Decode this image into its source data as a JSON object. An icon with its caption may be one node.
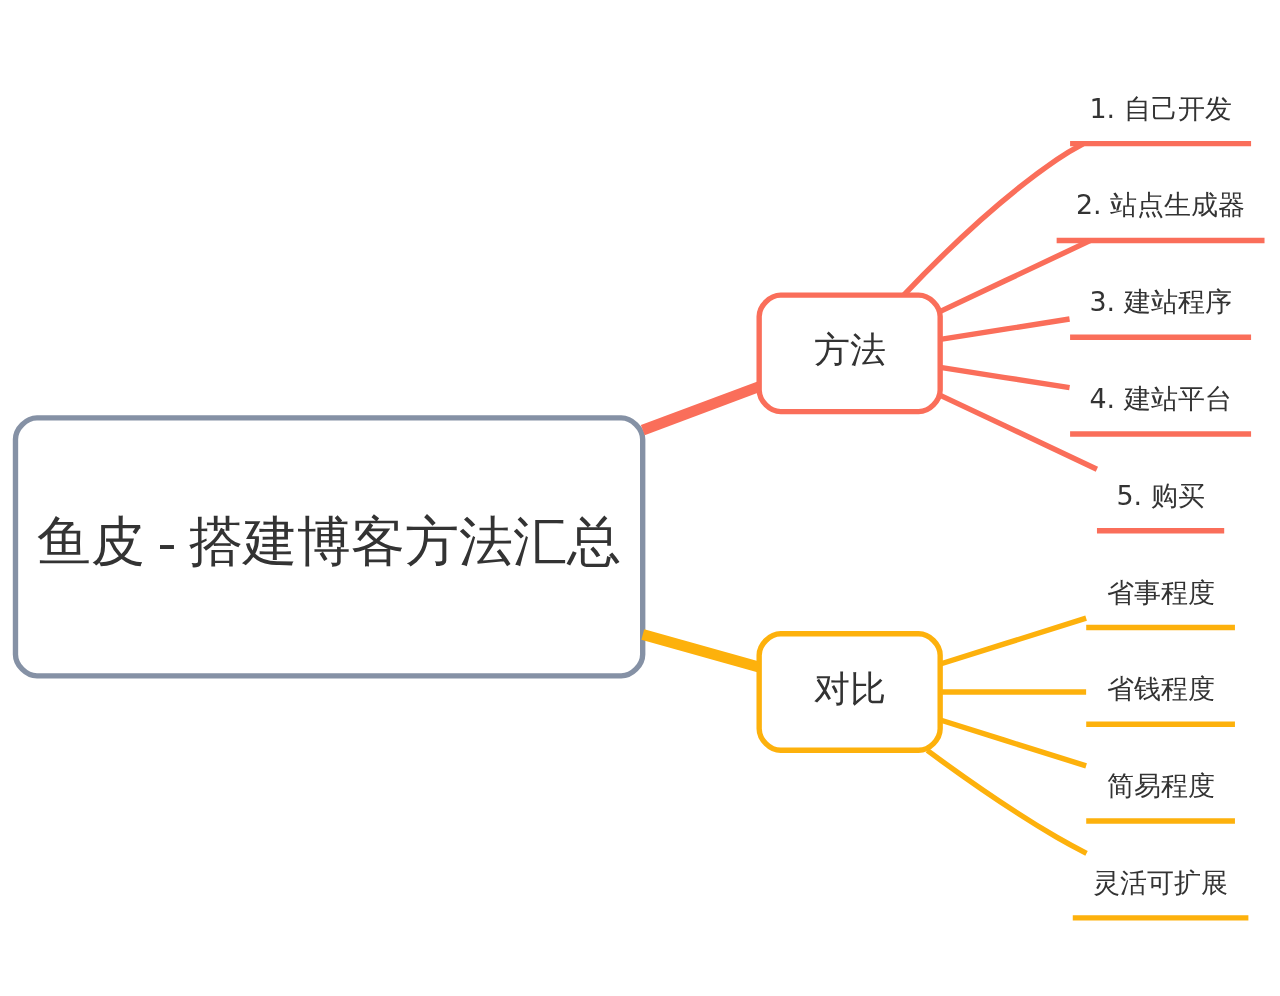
{
  "diagram": {
    "nodes": [
      {
        "text": [
          "鱼皮 - 搭建博客方法汇总"
        ]
      },
      {
        "text": [
          "方法"
        ]
      },
      {
        "text": [
          "1. 自己开发"
        ]
      },
      {
        "text": [
          "2. 站点生成器"
        ]
      },
      {
        "text": [
          "3. 建站程序"
        ]
      },
      {
        "text": [
          "4. 建站平台"
        ]
      },
      {
        "text": [
          "5. 购买"
        ]
      },
      {
        "text": [
          "对比"
        ]
      },
      {
        "text": [
          "省事程度"
        ]
      },
      {
        "text": [
          "省钱程度"
        ]
      },
      {
        "text": [
          "简易程度"
        ]
      },
      {
        "text": [
          "灵活可扩展"
        ]
      }
    ],
    "edges": [
      {
        "from": 0,
        "to": 1,
        "arrow": "none",
        "style": "thick"
      },
      {
        "from": 1,
        "to": 2,
        "arrow": "none"
      },
      {
        "from": 1,
        "to": 3,
        "arrow": "none"
      },
      {
        "from": 1,
        "to": 4,
        "arrow": "none"
      },
      {
        "from": 1,
        "to": 5,
        "arrow": "none"
      },
      {
        "from": 1,
        "to": 6,
        "arrow": "none"
      },
      {
        "from": 0,
        "to": 7,
        "arrow": "none",
        "style": "thick",
        "color": "#fdb10c"
      },
      {
        "from": 7,
        "to": 8,
        "arrow": "none",
        "color": "#fdb10c"
      },
      {
        "from": 7,
        "to": 9,
        "arrow": "none",
        "color": "#fdb10c"
      },
      {
        "from": 7,
        "to": 10,
        "arrow": "none",
        "color": "#fdb10c"
      },
      {
        "from": 7,
        "to": 11,
        "arrow": "none",
        "color": "#fdb10c"
      }
    ]
  }
}
